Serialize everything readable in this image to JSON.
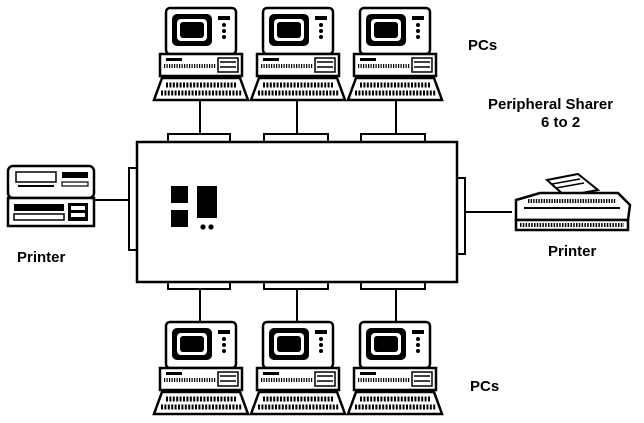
{
  "labels": {
    "pcs_top": "PCs",
    "pcs_bottom": "PCs",
    "sharer_line1": "Peripheral Sharer",
    "sharer_line2": "6 to 2",
    "printer_left": "Printer",
    "printer_right": "Printer"
  },
  "devices": {
    "pcs_top_count": 3,
    "pcs_bottom_count": 3,
    "printers": 2
  },
  "colors": {
    "ink": "#000000",
    "paper": "#ffffff"
  }
}
